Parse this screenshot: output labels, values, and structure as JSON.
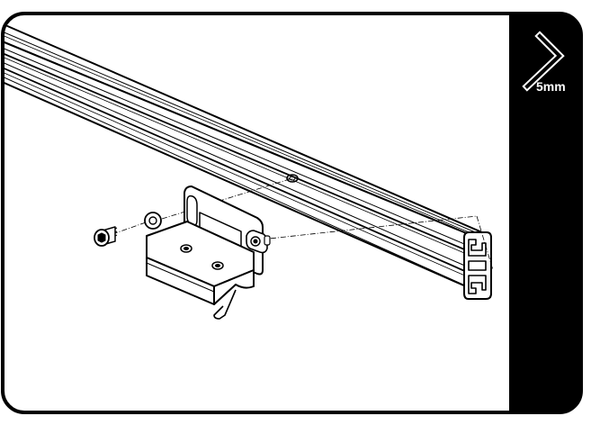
{
  "tool_panel": {
    "tool_icon": "hex-key-icon",
    "size_label": "5mm",
    "panel_color": "#000000",
    "icon_color": "#ffffff"
  },
  "illustration": {
    "parts": [
      "aluminium-rail",
      "mounting-bracket",
      "washer",
      "hex-bolt",
      "slot-nut"
    ],
    "line_color": "#000000",
    "background_color": "#ffffff"
  }
}
